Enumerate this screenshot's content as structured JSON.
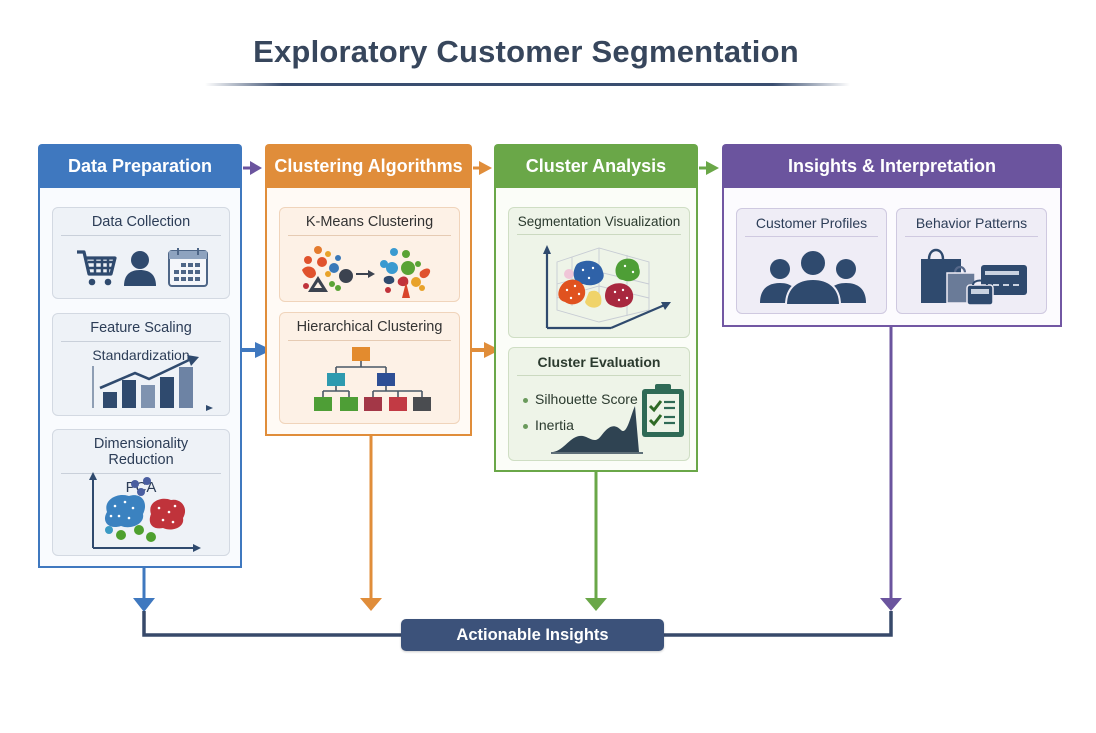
{
  "title": "Exploratory Customer Segmentation",
  "colors": {
    "prep": "#3f78bf",
    "clustering": "#e08d3a",
    "analysis": "#6aa748",
    "insights": "#6b549e",
    "output": "#3c527a"
  },
  "stages": [
    {
      "label": "Data Preparation",
      "cards": [
        {
          "title": "Data Collection",
          "icons": [
            "shopping-cart-icon",
            "person-icon",
            "calendar-icon"
          ]
        },
        {
          "title": "Feature Scaling",
          "subtitle": "Standardization",
          "icons": [
            "bar-chart-trend-icon"
          ]
        },
        {
          "title": "Dimensionality Reduction",
          "subtitle": "PCA",
          "icons": [
            "pca-scatter-icon"
          ]
        }
      ]
    },
    {
      "label": "Clustering Algorithms",
      "cards": [
        {
          "title": "K-Means Clustering",
          "icons": [
            "kmeans-icon"
          ]
        },
        {
          "title": "Hierarchical Clustering",
          "icons": [
            "dendrogram-tree-icon"
          ]
        }
      ]
    },
    {
      "label": "Cluster Analysis",
      "cards": [
        {
          "title": "Segmentation Visualization",
          "icons": [
            "3d-cluster-plot-icon"
          ]
        },
        {
          "title": "Cluster Evaluation",
          "bullets": [
            "Silhouette Score",
            "Inertia"
          ],
          "icons": [
            "area-chart-icon",
            "checklist-clipboard-icon"
          ]
        }
      ]
    },
    {
      "label": "Insights & Interpretation",
      "cards": [
        {
          "title": "Customer Profiles",
          "icons": [
            "user-group-icon"
          ]
        },
        {
          "title": "Behavior Patterns",
          "icons": [
            "shopping-bags-card-icon"
          ]
        }
      ]
    }
  ],
  "output": {
    "label": "Actionable Insights"
  }
}
